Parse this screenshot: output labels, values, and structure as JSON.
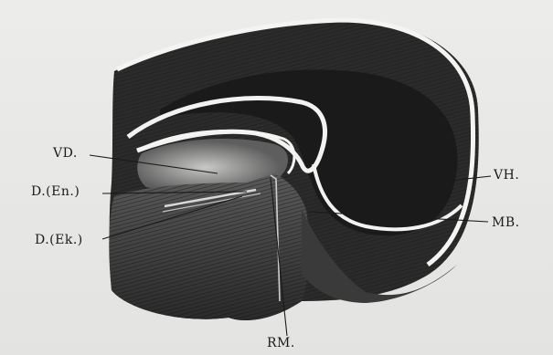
{
  "labels": {
    "vd": "VD.",
    "d_en": "D.(En.)",
    "d_ek": "D.(Ek.)",
    "vh": "VH.",
    "mb": "MB.",
    "rm": "RM."
  },
  "colors": {
    "ink": "#1a1a1a",
    "paper": "#e6e6e4",
    "shade_dark": "#262626",
    "shade_mid": "#4a4a4a",
    "shade_light": "#8a8a8a"
  }
}
